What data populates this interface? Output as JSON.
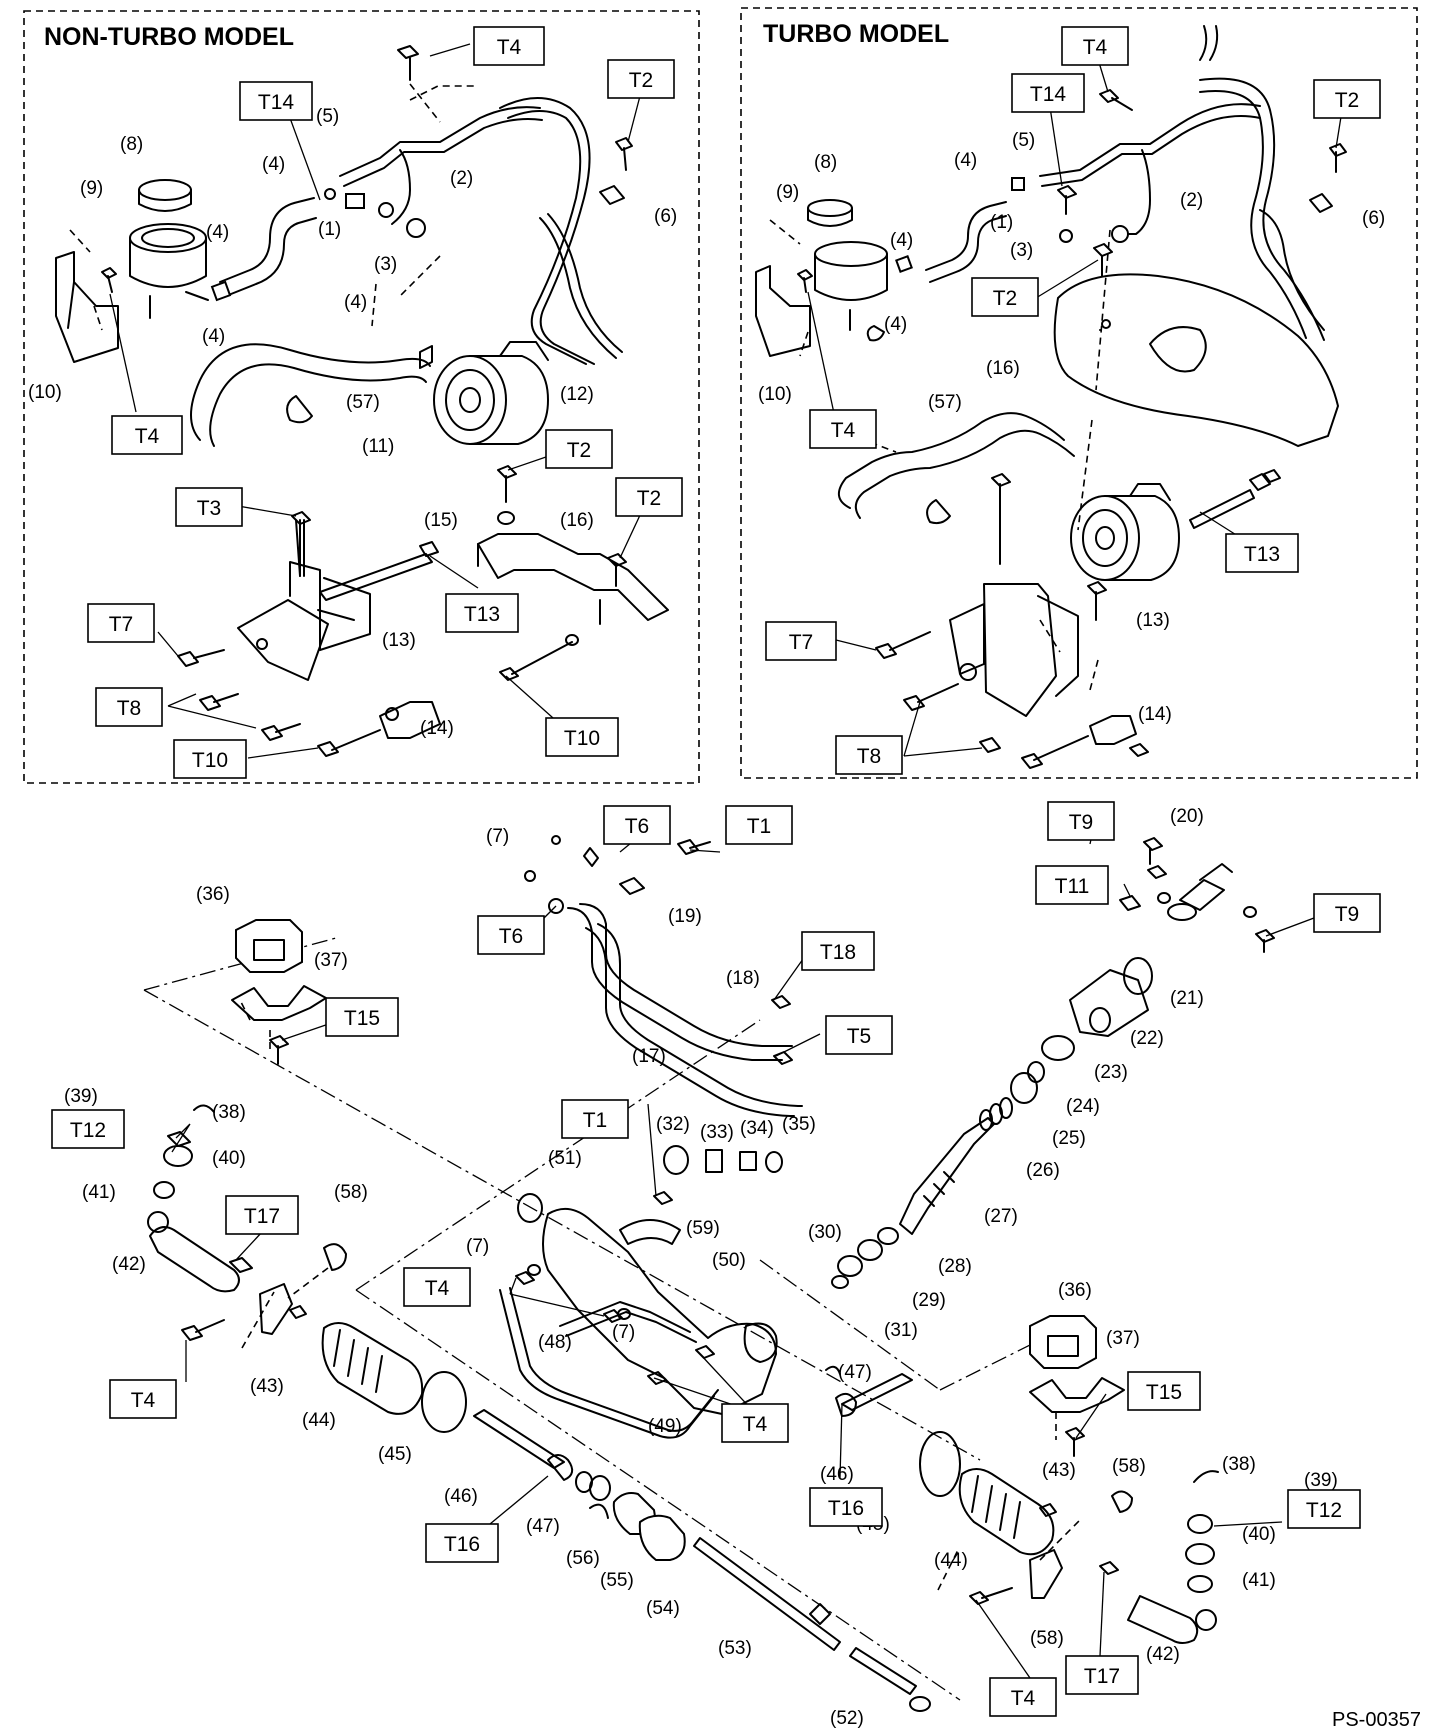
{
  "panels": {
    "non_turbo_title": "NON-TURBO MODEL",
    "turbo_title": "TURBO MODEL"
  },
  "document_code": "PS-00357",
  "callouts": {
    "nt": [
      {
        "id": "nt-1",
        "text": "(1)"
      },
      {
        "id": "nt-2",
        "text": "(2)"
      },
      {
        "id": "nt-3",
        "text": "(3)"
      },
      {
        "id": "nt-4a",
        "text": "(4)"
      },
      {
        "id": "nt-4b",
        "text": "(4)"
      },
      {
        "id": "nt-4c",
        "text": "(4)"
      },
      {
        "id": "nt-4d",
        "text": "(4)"
      },
      {
        "id": "nt-5",
        "text": "(5)"
      },
      {
        "id": "nt-6",
        "text": "(6)"
      },
      {
        "id": "nt-8",
        "text": "(8)"
      },
      {
        "id": "nt-9",
        "text": "(9)"
      },
      {
        "id": "nt-10",
        "text": "(10)"
      },
      {
        "id": "nt-11",
        "text": "(11)"
      },
      {
        "id": "nt-12",
        "text": "(12)"
      },
      {
        "id": "nt-13",
        "text": "(13)"
      },
      {
        "id": "nt-14",
        "text": "(14)"
      },
      {
        "id": "nt-15",
        "text": "(15)"
      },
      {
        "id": "nt-16",
        "text": "(16)"
      },
      {
        "id": "nt-57",
        "text": "(57)"
      }
    ],
    "tb": [
      {
        "id": "tb-1",
        "text": "(1)"
      },
      {
        "id": "tb-2",
        "text": "(2)"
      },
      {
        "id": "tb-3",
        "text": "(3)"
      },
      {
        "id": "tb-4a",
        "text": "(4)"
      },
      {
        "id": "tb-4b",
        "text": "(4)"
      },
      {
        "id": "tb-4c",
        "text": "(4)"
      },
      {
        "id": "tb-5",
        "text": "(5)"
      },
      {
        "id": "tb-6",
        "text": "(6)"
      },
      {
        "id": "tb-8",
        "text": "(8)"
      },
      {
        "id": "tb-9",
        "text": "(9)"
      },
      {
        "id": "tb-10",
        "text": "(10)"
      },
      {
        "id": "tb-13",
        "text": "(13)"
      },
      {
        "id": "tb-14",
        "text": "(14)"
      },
      {
        "id": "tb-16",
        "text": "(16)"
      },
      {
        "id": "tb-57",
        "text": "(57)"
      }
    ],
    "rack": [
      {
        "id": "r-7a",
        "text": "(7)"
      },
      {
        "id": "r-7b",
        "text": "(7)"
      },
      {
        "id": "r-7c",
        "text": "(7)"
      },
      {
        "id": "r-17",
        "text": "(17)"
      },
      {
        "id": "r-18",
        "text": "(18)"
      },
      {
        "id": "r-19",
        "text": "(19)"
      },
      {
        "id": "r-20",
        "text": "(20)"
      },
      {
        "id": "r-21",
        "text": "(21)"
      },
      {
        "id": "r-22",
        "text": "(22)"
      },
      {
        "id": "r-23",
        "text": "(23)"
      },
      {
        "id": "r-24",
        "text": "(24)"
      },
      {
        "id": "r-25",
        "text": "(25)"
      },
      {
        "id": "r-26",
        "text": "(26)"
      },
      {
        "id": "r-27",
        "text": "(27)"
      },
      {
        "id": "r-28",
        "text": "(28)"
      },
      {
        "id": "r-29",
        "text": "(29)"
      },
      {
        "id": "r-30",
        "text": "(30)"
      },
      {
        "id": "r-31",
        "text": "(31)"
      },
      {
        "id": "r-32",
        "text": "(32)"
      },
      {
        "id": "r-33",
        "text": "(33)"
      },
      {
        "id": "r-34",
        "text": "(34)"
      },
      {
        "id": "r-35",
        "text": "(35)"
      },
      {
        "id": "r-36a",
        "text": "(36)"
      },
      {
        "id": "r-36b",
        "text": "(36)"
      },
      {
        "id": "r-37a",
        "text": "(37)"
      },
      {
        "id": "r-37b",
        "text": "(37)"
      },
      {
        "id": "r-38a",
        "text": "(38)"
      },
      {
        "id": "r-38b",
        "text": "(38)"
      },
      {
        "id": "r-39a",
        "text": "(39)"
      },
      {
        "id": "r-39b",
        "text": "(39)"
      },
      {
        "id": "r-40a",
        "text": "(40)"
      },
      {
        "id": "r-40b",
        "text": "(40)"
      },
      {
        "id": "r-41a",
        "text": "(41)"
      },
      {
        "id": "r-41b",
        "text": "(41)"
      },
      {
        "id": "r-42a",
        "text": "(42)"
      },
      {
        "id": "r-42b",
        "text": "(42)"
      },
      {
        "id": "r-43a",
        "text": "(43)"
      },
      {
        "id": "r-43b",
        "text": "(43)"
      },
      {
        "id": "r-44a",
        "text": "(44)"
      },
      {
        "id": "r-44b",
        "text": "(44)"
      },
      {
        "id": "r-45a",
        "text": "(45)"
      },
      {
        "id": "r-45b",
        "text": "(45)"
      },
      {
        "id": "r-46a",
        "text": "(46)"
      },
      {
        "id": "r-46b",
        "text": "(46)"
      },
      {
        "id": "r-47a",
        "text": "(47)"
      },
      {
        "id": "r-47b",
        "text": "(47)"
      },
      {
        "id": "r-48",
        "text": "(48)"
      },
      {
        "id": "r-49",
        "text": "(49)"
      },
      {
        "id": "r-50",
        "text": "(50)"
      },
      {
        "id": "r-51",
        "text": "(51)"
      },
      {
        "id": "r-52",
        "text": "(52)"
      },
      {
        "id": "r-53",
        "text": "(53)"
      },
      {
        "id": "r-54",
        "text": "(54)"
      },
      {
        "id": "r-55",
        "text": "(55)"
      },
      {
        "id": "r-56",
        "text": "(56)"
      },
      {
        "id": "r-58a",
        "text": "(58)"
      },
      {
        "id": "r-58b",
        "text": "(58)"
      },
      {
        "id": "r-58c",
        "text": "(58)"
      },
      {
        "id": "r-59",
        "text": "(59)"
      }
    ]
  },
  "torque_labels": {
    "nt": [
      {
        "id": "nt-T4a",
        "text": "T4"
      },
      {
        "id": "nt-T14",
        "text": "T14"
      },
      {
        "id": "nt-T2a",
        "text": "T2"
      },
      {
        "id": "nt-T4b",
        "text": "T4"
      },
      {
        "id": "nt-T2b",
        "text": "T2"
      },
      {
        "id": "nt-T3",
        "text": "T3"
      },
      {
        "id": "nt-T2c",
        "text": "T2"
      },
      {
        "id": "nt-T13",
        "text": "T13"
      },
      {
        "id": "nt-T7",
        "text": "T7"
      },
      {
        "id": "nt-T8",
        "text": "T8"
      },
      {
        "id": "nt-T10a",
        "text": "T10"
      },
      {
        "id": "nt-T10b",
        "text": "T10"
      }
    ],
    "tb": [
      {
        "id": "tb-T4a",
        "text": "T4"
      },
      {
        "id": "tb-T14",
        "text": "T14"
      },
      {
        "id": "tb-T2a",
        "text": "T2"
      },
      {
        "id": "tb-T2b",
        "text": "T2"
      },
      {
        "id": "tb-T4b",
        "text": "T4"
      },
      {
        "id": "tb-T13",
        "text": "T13"
      },
      {
        "id": "tb-T7",
        "text": "T7"
      },
      {
        "id": "tb-T8",
        "text": "T8"
      }
    ],
    "rack": [
      {
        "id": "r-T6a",
        "text": "T6"
      },
      {
        "id": "r-T1a",
        "text": "T1"
      },
      {
        "id": "r-T6b",
        "text": "T6"
      },
      {
        "id": "r-T18",
        "text": "T18"
      },
      {
        "id": "r-T5",
        "text": "T5"
      },
      {
        "id": "r-T9a",
        "text": "T9"
      },
      {
        "id": "r-T11",
        "text": "T11"
      },
      {
        "id": "r-T9b",
        "text": "T9"
      },
      {
        "id": "r-T15a",
        "text": "T15"
      },
      {
        "id": "r-T12a",
        "text": "T12"
      },
      {
        "id": "r-T17a",
        "text": "T17"
      },
      {
        "id": "r-T1b",
        "text": "T1"
      },
      {
        "id": "r-T4a",
        "text": "T4"
      },
      {
        "id": "r-T4b",
        "text": "T4"
      },
      {
        "id": "r-T4c",
        "text": "T4"
      },
      {
        "id": "r-T15b",
        "text": "T15"
      },
      {
        "id": "r-T16a",
        "text": "T16"
      },
      {
        "id": "r-T16b",
        "text": "T16"
      },
      {
        "id": "r-T12b",
        "text": "T12"
      },
      {
        "id": "r-T4d",
        "text": "T4"
      },
      {
        "id": "r-T17b",
        "text": "T17"
      }
    ]
  }
}
